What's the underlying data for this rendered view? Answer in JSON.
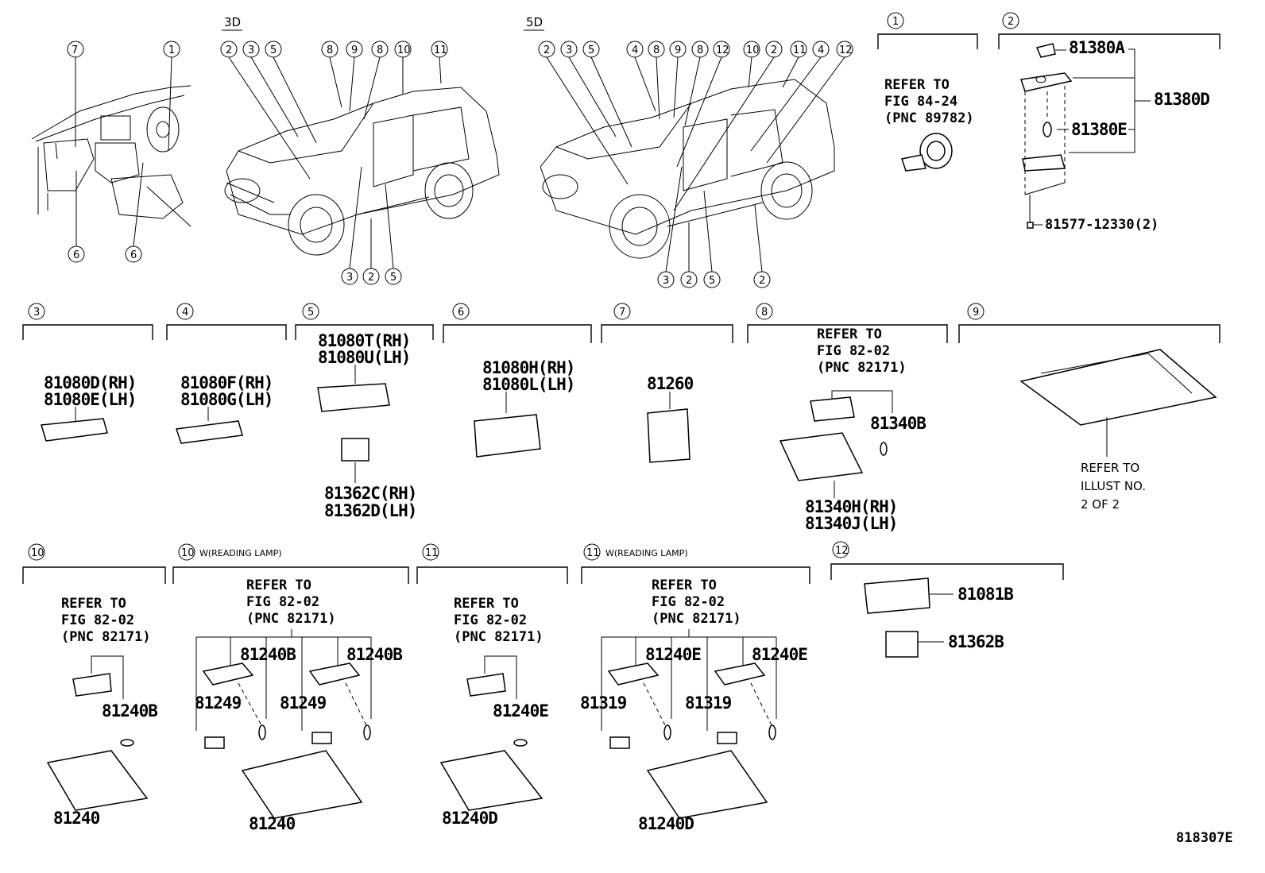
{
  "diagram_id": "818307E",
  "overview": {
    "label_3d": "3D",
    "label_5d": "5D",
    "interior_callouts": [
      "7",
      "1",
      "6",
      "6"
    ],
    "3d_callouts": [
      "2",
      "3",
      "5",
      "8",
      "9",
      "8",
      "10",
      "11",
      "3",
      "2",
      "5"
    ],
    "5d_callouts": [
      "2",
      "3",
      "5",
      "4",
      "8",
      "9",
      "8",
      "12",
      "10",
      "2",
      "11",
      "4",
      "12",
      "3",
      "2",
      "5",
      "2"
    ]
  },
  "sections": [
    {
      "num": "1",
      "parts": [],
      "refer": [
        "REFER TO",
        "FIG 84-24",
        "(PNC 89782)"
      ]
    },
    {
      "num": "2",
      "parts": [
        "81380A",
        "81380D",
        "81380E",
        "81577-12330(2)"
      ]
    },
    {
      "num": "3",
      "parts": [
        "81080D(RH)",
        "81080E(LH)"
      ]
    },
    {
      "num": "4",
      "parts": [
        "81080F(RH)",
        "81080G(LH)"
      ]
    },
    {
      "num": "5",
      "parts": [
        "81080T(RH)",
        "81080U(LH)",
        "81362C(RH)",
        "81362D(LH)"
      ]
    },
    {
      "num": "6",
      "parts": [
        "81080H(RH)",
        "81080L(LH)"
      ]
    },
    {
      "num": "7",
      "parts": [
        "81260"
      ]
    },
    {
      "num": "8",
      "parts": [
        "81340B",
        "81340H(RH)",
        "81340J(LH)"
      ],
      "refer": [
        "REFER TO",
        "FIG 82-02",
        "(PNC 82171)"
      ]
    },
    {
      "num": "9",
      "parts": [],
      "refer": [
        "REFER TO",
        "ILLUST NO.",
        "2 OF 2"
      ]
    },
    {
      "num": "10",
      "parts": [
        "81240B",
        "81240"
      ],
      "refer": [
        "REFER TO",
        "FIG 82-02",
        "(PNC 82171)"
      ]
    },
    {
      "num": "10",
      "note": "W(READING LAMP)",
      "parts": [
        "81240B",
        "81240B",
        "81249",
        "81249",
        "81240"
      ],
      "refer": [
        "REFER TO",
        "FIG 82-02",
        "(PNC 82171)"
      ]
    },
    {
      "num": "11",
      "parts": [
        "81240E",
        "81240D"
      ],
      "refer": [
        "REFER TO",
        "FIG 82-02",
        "(PNC 82171)"
      ]
    },
    {
      "num": "11",
      "note": "W(READING LAMP)",
      "parts": [
        "81240E",
        "81240E",
        "81319",
        "81319",
        "81240D"
      ],
      "refer": [
        "REFER TO",
        "FIG 82-02",
        "(PNC 82171)"
      ]
    },
    {
      "num": "12",
      "parts": [
        "81081B",
        "81362B"
      ]
    }
  ]
}
